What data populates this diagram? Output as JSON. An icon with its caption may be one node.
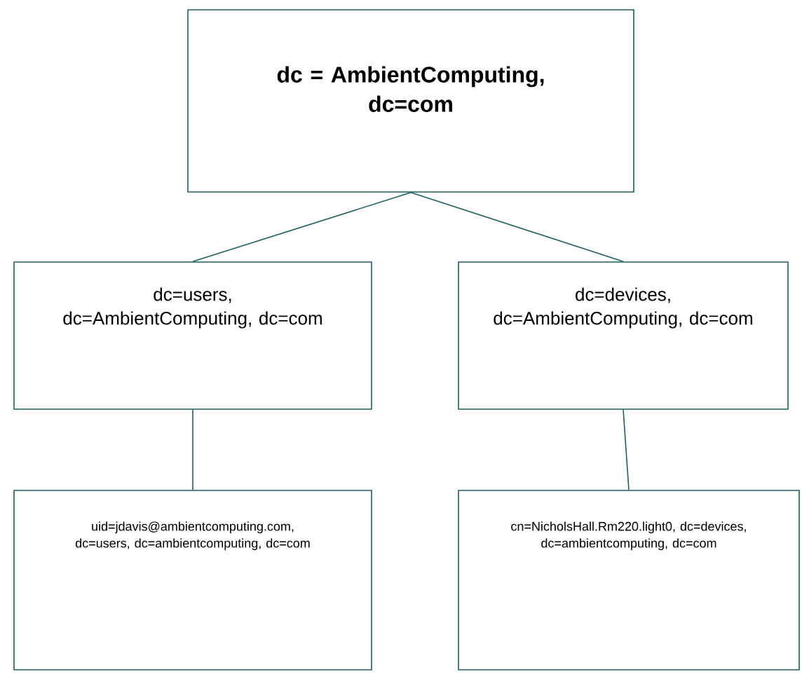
{
  "diagram": {
    "nodes": [
      {
        "text": [
          "dc = AmbientComputing, dc=com"
        ]
      },
      {
        "text": [
          "dc=users, dc=AmbientComputing, dc=com"
        ]
      },
      {
        "text": [
          "dc=devices, dc=AmbientComputing, dc=com"
        ]
      },
      {
        "text": [
          "uid=jdavis@ambientcomputing.com, dc=users, dc=ambientcomputing, dc=com"
        ]
      },
      {
        "text": [
          "cn=NicholsHall.Rm220.light0, dc=devices, dc=ambientcomputing, dc=com"
        ]
      }
    ],
    "edges": [
      {
        "from": 0,
        "to": 1,
        "arrow": "none"
      },
      {
        "from": 0,
        "to": 2,
        "arrow": "none"
      },
      {
        "from": 1,
        "to": 3,
        "arrow": "none"
      },
      {
        "from": 2,
        "to": 4,
        "arrow": "none"
      }
    ]
  }
}
